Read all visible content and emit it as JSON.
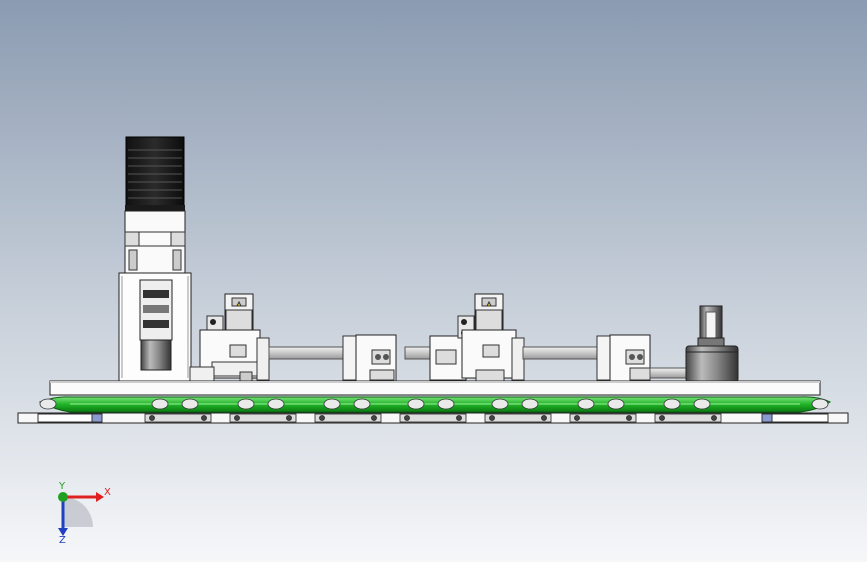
{
  "scene": {
    "background_top": "#8a9ab0",
    "background_bottom": "#f4f6f8",
    "accent_green": "#35c23a",
    "accent_yellow": "#f2d21a"
  },
  "triad": {
    "x_label": "X",
    "y_label": "Y",
    "z_label": "Z",
    "x_color": "#e02020",
    "y_color": "#20a020",
    "z_color": "#2040c0"
  }
}
